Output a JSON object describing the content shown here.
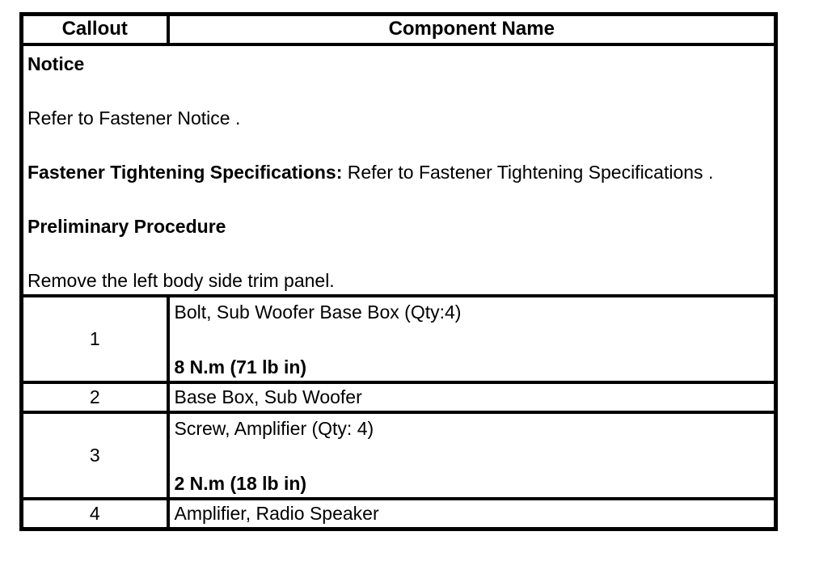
{
  "colors": {
    "border": "#000000",
    "background": "#ffffff",
    "text": "#000000"
  },
  "table": {
    "header": {
      "callout": "Callout",
      "component_name": "Component Name"
    },
    "notice": {
      "title": "Notice",
      "refer": "Refer to Fastener Notice .",
      "spec_label": "Fastener Tightening Specifications:",
      "spec_text": " Refer to Fastener Tightening Specifications .",
      "preliminary_title": "Preliminary Procedure",
      "preliminary_step": "Remove the left body side trim panel."
    },
    "rows": [
      {
        "callout": "1",
        "name": "Bolt, Sub Woofer Base Box (Qty:4)",
        "torque": "8 N.m (71 lb in)"
      },
      {
        "callout": "2",
        "name": "Base Box, Sub Woofer"
      },
      {
        "callout": "3",
        "name": "Screw, Amplifier (Qty: 4)",
        "torque": "2 N.m (18 lb in)"
      },
      {
        "callout": "4",
        "name": "Amplifier, Radio Speaker"
      }
    ]
  }
}
